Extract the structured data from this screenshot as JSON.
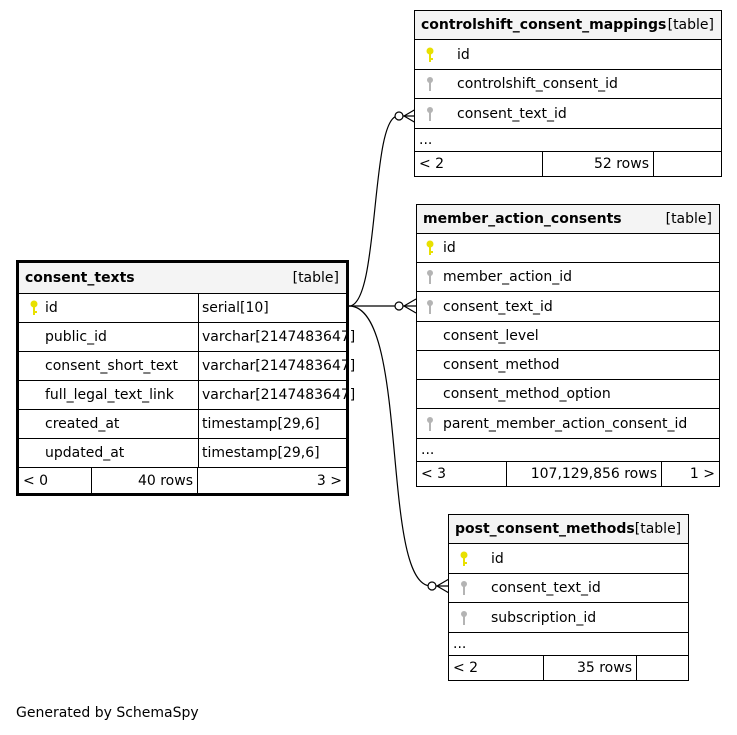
{
  "tables": [
    {
      "key": "consent_texts",
      "name": "consent_texts",
      "kind": "[table]",
      "columns": [
        {
          "name": "id",
          "type": "serial[10]",
          "key": "primary"
        },
        {
          "name": "public_id",
          "type": "varchar[2147483647]",
          "key": "none"
        },
        {
          "name": "consent_short_text",
          "type": "varchar[2147483647]",
          "key": "none"
        },
        {
          "name": "full_legal_text_link",
          "type": "varchar[2147483647]",
          "key": "none"
        },
        {
          "name": "created_at",
          "type": "timestamp[29,6]",
          "key": "none"
        },
        {
          "name": "updated_at",
          "type": "timestamp[29,6]",
          "key": "none"
        }
      ],
      "parents": "< 0",
      "rows": "40 rows",
      "children": "3 >"
    },
    {
      "key": "controlshift_consent_mappings",
      "name": "controlshift_consent_mappings",
      "kind": "[table]",
      "columns": [
        {
          "name": "id",
          "key": "primary"
        },
        {
          "name": "controlshift_consent_id",
          "key": "foreign"
        },
        {
          "name": "consent_text_id",
          "key": "foreign"
        }
      ],
      "ellipsis": "...",
      "parents": "< 2",
      "rows": "52 rows",
      "children": ""
    },
    {
      "key": "member_action_consents",
      "name": "member_action_consents",
      "kind": "[table]",
      "columns": [
        {
          "name": "id",
          "key": "primary"
        },
        {
          "name": "member_action_id",
          "key": "foreign"
        },
        {
          "name": "consent_text_id",
          "key": "foreign"
        },
        {
          "name": "consent_level",
          "key": "none"
        },
        {
          "name": "consent_method",
          "key": "none"
        },
        {
          "name": "consent_method_option",
          "key": "none"
        },
        {
          "name": "parent_member_action_consent_id",
          "key": "foreign"
        }
      ],
      "ellipsis": "...",
      "parents": "< 3",
      "rows": "107,129,856 rows",
      "children": "1 >"
    },
    {
      "key": "post_consent_methods",
      "name": "post_consent_methods",
      "kind": "[table]",
      "columns": [
        {
          "name": "id",
          "key": "primary"
        },
        {
          "name": "consent_text_id",
          "key": "foreign"
        },
        {
          "name": "subscription_id",
          "key": "foreign"
        }
      ],
      "ellipsis": "...",
      "parents": "< 2",
      "rows": "35 rows",
      "children": ""
    }
  ],
  "relationships": [
    {
      "from": "consent_texts.id",
      "to": "controlshift_consent_mappings.consent_text_id"
    },
    {
      "from": "consent_texts.id",
      "to": "member_action_consents.consent_text_id"
    },
    {
      "from": "consent_texts.id",
      "to": "post_consent_methods.consent_text_id"
    }
  ],
  "colors": {
    "primary_key": "#e8e000",
    "foreign_key": "#b4b4b4",
    "header_bg": "#f4f4f4"
  },
  "footer": "Generated by SchemaSpy"
}
